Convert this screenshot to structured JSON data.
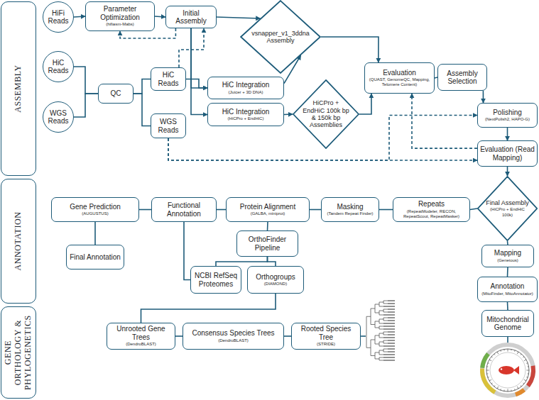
{
  "diagram": {
    "nodes": [
      {
        "text": [
          "ASSEMBLY"
        ]
      },
      {
        "text": [
          "HiFi Reads"
        ]
      },
      {
        "text": [
          "Parameter Optimization",
          "(hifiasm-Mabs)"
        ]
      },
      {
        "text": [
          "Initial Assembly"
        ]
      },
      {
        "text": [
          "vsnapper_v1_3ddna Assembly"
        ]
      },
      {
        "text": [
          "HiC Reads"
        ]
      },
      {
        "text": [
          "WGS Reads"
        ]
      },
      {
        "text": [
          "QC"
        ]
      },
      {
        "text": [
          "HiC Reads"
        ]
      },
      {
        "text": [
          "WGS Reads"
        ]
      },
      {
        "text": [
          "HiC Integration",
          "(Juicer + 3D DNA)"
        ]
      },
      {
        "text": [
          "HiC Integration",
          "(HiCPro + EndHiC)"
        ]
      },
      {
        "text": [
          "HiCPro + EndHiC 100k bp & 150k bp Assemblies"
        ]
      },
      {
        "text": [
          "Evaluation",
          "(QUAST, GenomeQC, Mapping, Telomere Content)"
        ]
      },
      {
        "text": [
          "Assembly Selection"
        ]
      },
      {
        "text": [
          "Polishing",
          "(NextPolish2, HAPO-G)"
        ]
      },
      {
        "text": [
          "Evaluation (Read Mapping)"
        ]
      },
      {
        "text": [
          "ANNOTATION"
        ]
      },
      {
        "text": [
          "Gene Prediction",
          "(AUGUSTUS)"
        ]
      },
      {
        "text": [
          "Functional Annotation"
        ]
      },
      {
        "text": [
          "Protein Alignment",
          "(GALBA, miniprot)"
        ]
      },
      {
        "text": [
          "Masking",
          "(Tandem Repeat Finder)"
        ]
      },
      {
        "text": [
          "Repeats",
          "(RepeatModeler, RECON, RepeatScout, RepeatMasker)"
        ]
      },
      {
        "text": [
          "Final Assembly",
          "(HiCPro + EndHiC 100k)"
        ]
      },
      {
        "text": [
          "Final Annotation"
        ]
      },
      {
        "text": [
          "OrthoFinder Pipeline"
        ]
      },
      {
        "text": [
          "Mapping",
          "(Geneious)"
        ]
      },
      {
        "text": [
          "NCBI RefSeq Proteomes"
        ]
      },
      {
        "text": [
          "Orthogroups",
          "(DIAMOND)"
        ]
      },
      {
        "text": [
          "Annotation",
          "(MitoFinder, MitoAnnotator)"
        ]
      },
      {
        "text": [
          "GENE ORTHOLOGY & PHYLOGENETICS"
        ]
      },
      {
        "text": [
          "Mitochondrial Genome"
        ]
      },
      {
        "text": [
          "Unrooted Gene Trees",
          "(DendroBLAST)"
        ]
      },
      {
        "text": [
          "Consensus Species Trees",
          "(DendroBLAST)"
        ]
      },
      {
        "text": [
          "Rooted Species Tree",
          "(STRIDE)"
        ]
      }
    ],
    "edges": [
      {
        "from": 1,
        "to": 2,
        "arrow": "to"
      },
      {
        "from": 2,
        "to": 3,
        "arrow": "to"
      },
      {
        "from": 3,
        "to": 2,
        "arrow": "to"
      },
      {
        "from": 3,
        "to": 4,
        "arrow": "to"
      },
      {
        "from": 3,
        "to": 10,
        "arrow": "to"
      },
      {
        "from": 3,
        "to": 11,
        "arrow": "to"
      },
      {
        "from": 10,
        "to": 4,
        "arrow": "to"
      },
      {
        "from": 11,
        "to": 12,
        "arrow": "to"
      },
      {
        "from": 4,
        "to": 13,
        "arrow": "to"
      },
      {
        "from": 12,
        "to": 13,
        "arrow": "to"
      },
      {
        "from": 5,
        "to": 7,
        "arrow": "none"
      },
      {
        "from": 6,
        "to": 7,
        "arrow": "none"
      },
      {
        "from": 7,
        "to": 8,
        "arrow": "none"
      },
      {
        "from": 7,
        "to": 9,
        "arrow": "none"
      },
      {
        "from": 8,
        "to": 3,
        "arrow": "to"
      },
      {
        "from": 8,
        "to": 10,
        "arrow": "to"
      },
      {
        "from": 9,
        "to": 15,
        "arrow": "to"
      },
      {
        "from": 9,
        "to": 16,
        "arrow": "to"
      },
      {
        "from": 13,
        "to": 14,
        "arrow": "none"
      },
      {
        "from": 16,
        "to": 13,
        "arrow": "to"
      },
      {
        "from": 14,
        "to": 15,
        "arrow": "to"
      },
      {
        "from": 15,
        "to": 16,
        "arrow": "to"
      },
      {
        "from": 16,
        "to": 23,
        "arrow": "to"
      },
      {
        "from": 23,
        "to": 22,
        "arrow": "none"
      },
      {
        "from": 22,
        "to": 21,
        "arrow": "none"
      },
      {
        "from": 21,
        "to": 20,
        "arrow": "none"
      },
      {
        "from": 20,
        "to": 19,
        "arrow": "none"
      },
      {
        "from": 19,
        "to": 18,
        "arrow": "none"
      },
      {
        "from": 18,
        "to": 24,
        "arrow": "none"
      },
      {
        "from": 19,
        "to": 27,
        "arrow": "none"
      },
      {
        "from": 20,
        "to": 25,
        "arrow": "none"
      },
      {
        "from": 25,
        "to": 27,
        "arrow": "none"
      },
      {
        "from": 25,
        "to": 28,
        "arrow": "none"
      },
      {
        "from": 28,
        "to": 32,
        "arrow": "none"
      },
      {
        "from": 32,
        "to": 33,
        "arrow": "none"
      },
      {
        "from": 33,
        "to": 34,
        "arrow": "none"
      },
      {
        "from": 23,
        "to": 26,
        "arrow": "none"
      },
      {
        "from": 26,
        "to": 29,
        "arrow": "none"
      },
      {
        "from": 29,
        "to": 31,
        "arrow": "none"
      }
    ]
  }
}
